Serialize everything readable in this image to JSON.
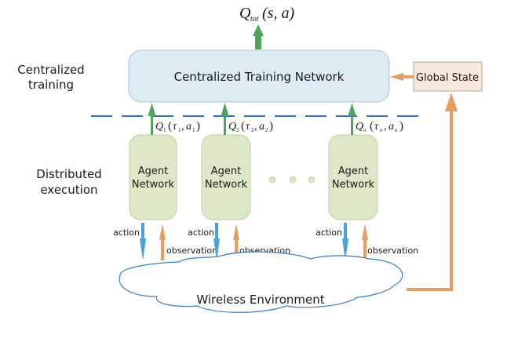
{
  "output_label": {
    "q": "Q",
    "sub": "tot",
    "args": "(s, a)"
  },
  "left_labels": {
    "centralized": [
      "Centralized",
      "training"
    ],
    "distributed": [
      "Distributed",
      "execution"
    ]
  },
  "central_network": {
    "label": "Centralized Training Network"
  },
  "global_state": {
    "label": "Global State"
  },
  "agents": [
    {
      "line1": "Agent",
      "line2": "Network",
      "q_label": {
        "q": "Q",
        "sub": "1",
        "tau": "τ",
        "tau_sub": "1",
        "a": "a",
        "a_sub": "1"
      }
    },
    {
      "line1": "Agent",
      "line2": "Network",
      "q_label": {
        "q": "Q",
        "sub": "2",
        "tau": "τ",
        "tau_sub": "2",
        "a": "a",
        "a_sub": "2"
      }
    },
    {
      "line1": "Agent",
      "line2": "Network",
      "q_label": {
        "q": "Q",
        "sub": "n",
        "tau": "τ",
        "tau_sub": "n",
        "a": "a",
        "a_sub": "n"
      }
    }
  ],
  "io_labels": {
    "action": "action",
    "observation": "observation"
  },
  "environment": {
    "label": "Wireless Environment"
  },
  "colors": {
    "central_fill": "#ddebf4",
    "central_stroke": "#a9c4dc",
    "agent_fill": "#dce8c8",
    "agent_stroke": "#b8d39e",
    "global_fill": "#f9e8dc",
    "global_stroke": "#b0a8a0",
    "green_arrow": "#4ea55a",
    "orange_arrow": "#e79d62",
    "blue_arrow": "#45a4dc",
    "dash_line": "#2f74c0",
    "cloud_stroke": "#3a7fc0",
    "dots_fill": "#d6e4c0"
  }
}
